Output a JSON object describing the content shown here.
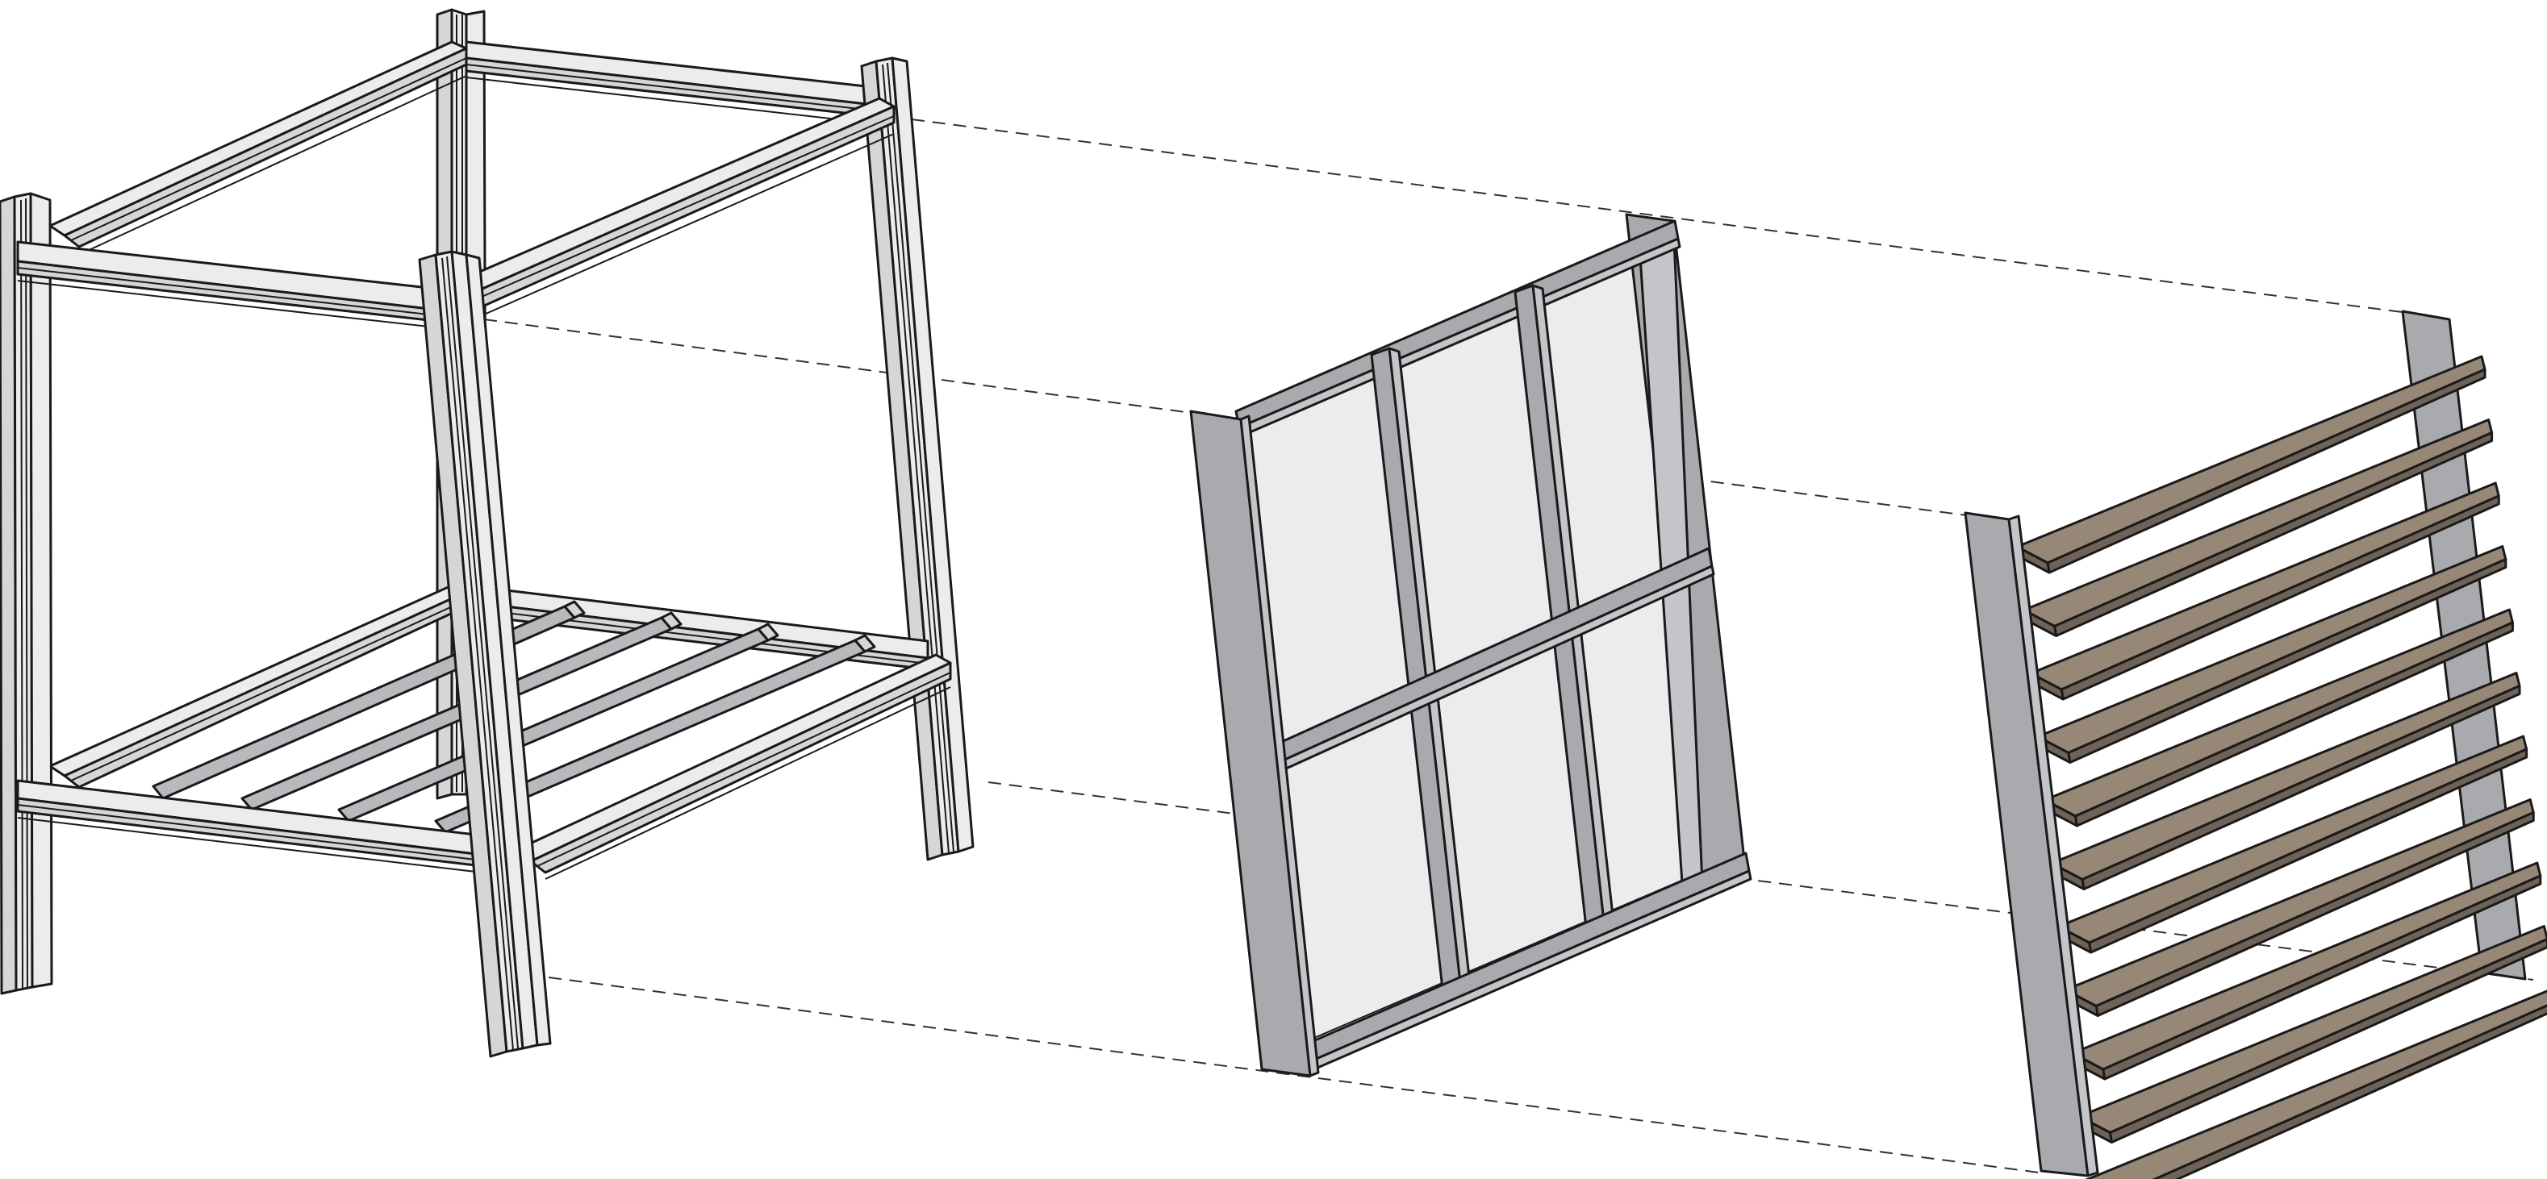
{
  "colors": {
    "steel_face": "#ececec",
    "steel_side": "#d6d6d8",
    "stud_gray": "#a9aaad",
    "stud_side": "#c4c5c8",
    "pane_fill": "#ebecee",
    "board_top": "#968777",
    "board_edge": "#6f6357",
    "outline": "#1a1a1a",
    "guide_line": "#333333"
  },
  "components": [
    {
      "name": "steel-frame",
      "icon": "steel-frame-icon"
    },
    {
      "name": "glazed-wall-panel",
      "icon": "window-grid-icon"
    },
    {
      "name": "timber-louvre-panel",
      "icon": "louvre-panel-icon"
    }
  ],
  "guides": [
    {
      "from": "steel-frame",
      "to": "timber-louvre-panel",
      "label": ""
    },
    {
      "from": "steel-frame",
      "to": "glazed-wall-panel",
      "label": ""
    },
    {
      "from": "steel-frame",
      "to": "timber-louvre-panel",
      "label": ""
    },
    {
      "from": "steel-frame",
      "to": "timber-louvre-panel",
      "label": ""
    }
  ],
  "louvre_count": 11,
  "pane_grid": {
    "columns": 3,
    "rows": 2
  }
}
